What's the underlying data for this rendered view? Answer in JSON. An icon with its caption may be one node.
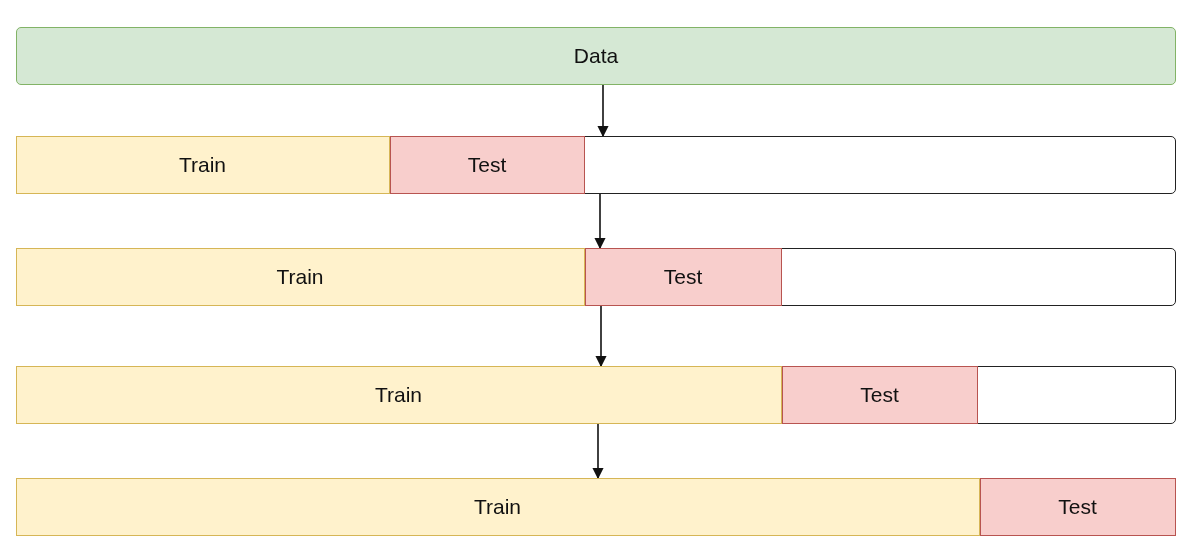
{
  "diagram": {
    "nodes": [
      {
        "text": [
          "Data"
        ]
      },
      {
        "text": [],
        "shape": "bar"
      },
      {
        "text": [
          "Train"
        ],
        "in": 1
      },
      {
        "text": [
          "Test"
        ],
        "in": 1
      },
      {
        "text": [],
        "shape": "bar"
      },
      {
        "text": [
          "Train"
        ],
        "in": 4
      },
      {
        "text": [
          "Test"
        ],
        "in": 4
      },
      {
        "text": [],
        "shape": "bar"
      },
      {
        "text": [
          "Train"
        ],
        "in": 7
      },
      {
        "text": [
          "Test"
        ],
        "in": 7
      },
      {
        "text": [],
        "shape": "bar"
      },
      {
        "text": [
          "Train"
        ],
        "in": 10
      },
      {
        "text": [
          "Test"
        ],
        "in": 10
      }
    ],
    "edges": [
      {
        "from": 0,
        "to": 1,
        "arrow": "to"
      },
      {
        "from": 1,
        "to": 4,
        "arrow": "to"
      },
      {
        "from": 4,
        "to": 7,
        "arrow": "to"
      },
      {
        "from": 7,
        "to": 10,
        "arrow": "to"
      }
    ]
  }
}
